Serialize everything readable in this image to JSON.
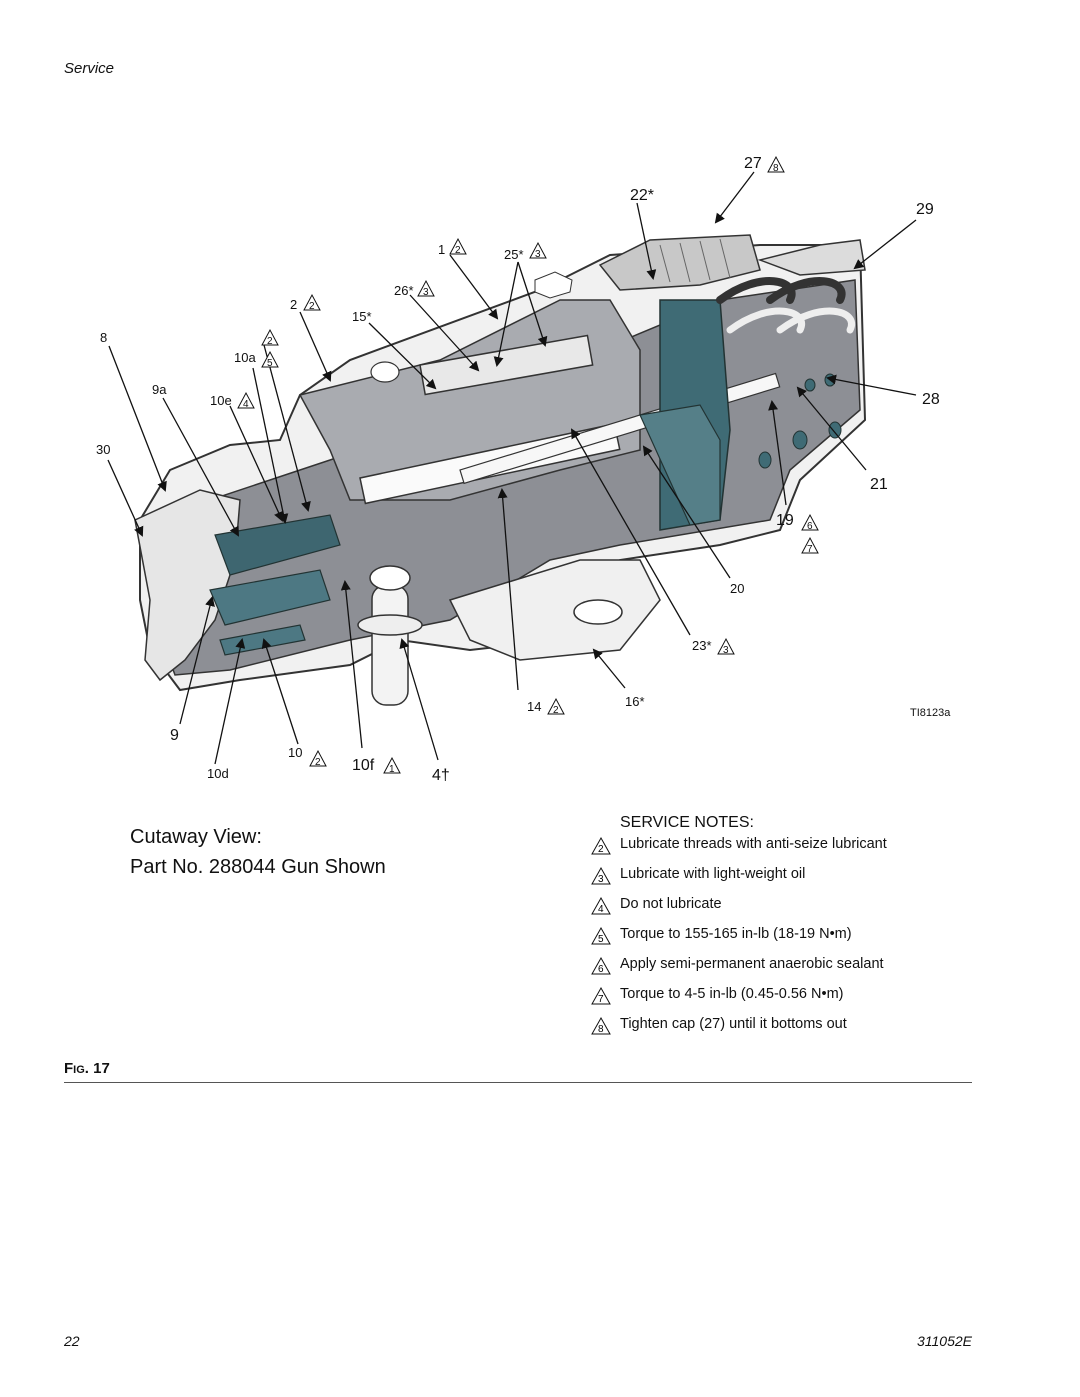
{
  "header": {
    "section": "Service"
  },
  "figure": {
    "drawing_id": "TI8123a",
    "callouts": [
      {
        "id": "c27",
        "text": "27",
        "sym": "8"
      },
      {
        "id": "c22",
        "text": "22*",
        "sym": ""
      },
      {
        "id": "c29",
        "text": "29",
        "sym": ""
      },
      {
        "id": "c1",
        "text": "1",
        "sym": "2"
      },
      {
        "id": "c25",
        "text": "25*",
        "sym": "3"
      },
      {
        "id": "c26",
        "text": "26*",
        "sym": "3"
      },
      {
        "id": "c2",
        "text": "2",
        "sym": "2"
      },
      {
        "id": "c15",
        "text": "15*",
        "sym": ""
      },
      {
        "id": "c8",
        "text": "8",
        "sym": ""
      },
      {
        "id": "c10a",
        "text": "10a",
        "sym": "5"
      },
      {
        "id": "c10a2",
        "text": "",
        "sym": "2"
      },
      {
        "id": "c9a",
        "text": "9a",
        "sym": ""
      },
      {
        "id": "c10e",
        "text": "10e",
        "sym": "4"
      },
      {
        "id": "c28",
        "text": "28",
        "sym": ""
      },
      {
        "id": "c30",
        "text": "30",
        "sym": ""
      },
      {
        "id": "c21",
        "text": "21",
        "sym": ""
      },
      {
        "id": "c19",
        "text": "19",
        "sym": "6"
      },
      {
        "id": "c19b",
        "text": "",
        "sym": "7"
      },
      {
        "id": "c20",
        "text": "20",
        "sym": ""
      },
      {
        "id": "c23",
        "text": "23*",
        "sym": "3"
      },
      {
        "id": "c14",
        "text": "14",
        "sym": "2"
      },
      {
        "id": "c16",
        "text": "16*",
        "sym": ""
      },
      {
        "id": "c9",
        "text": "9",
        "sym": ""
      },
      {
        "id": "c10",
        "text": "10",
        "sym": "2"
      },
      {
        "id": "c10d",
        "text": "10d",
        "sym": ""
      },
      {
        "id": "c10f",
        "text": "10f",
        "sym": "1"
      },
      {
        "id": "c4",
        "text": "4†",
        "sym": ""
      }
    ]
  },
  "caption": {
    "line1": "Cutaway View:",
    "line2": "Part No. 288044 Gun Shown"
  },
  "service_notes": {
    "title": "SERVICE NOTES:",
    "items": [
      {
        "num": "2",
        "text": "Lubricate threads with anti-seize lubricant"
      },
      {
        "num": "3",
        "text": "Lubricate with light-weight oil"
      },
      {
        "num": "4",
        "text": "Do not lubricate"
      },
      {
        "num": "5",
        "text": "Torque to 155-165 in-lb (18-19 N•m)"
      },
      {
        "num": "6",
        "text": "Apply semi-permanent anaerobic sealant"
      },
      {
        "num": "7",
        "text": "Torque to 4-5 in-lb (0.45-0.56 N•m)"
      },
      {
        "num": "8",
        "text": "Tighten cap (27) until it bottoms out"
      }
    ]
  },
  "fig_label": {
    "prefix": "F",
    "small": "IG",
    "number": ". 17"
  },
  "footer": {
    "page": "22",
    "doc": "311052E"
  }
}
